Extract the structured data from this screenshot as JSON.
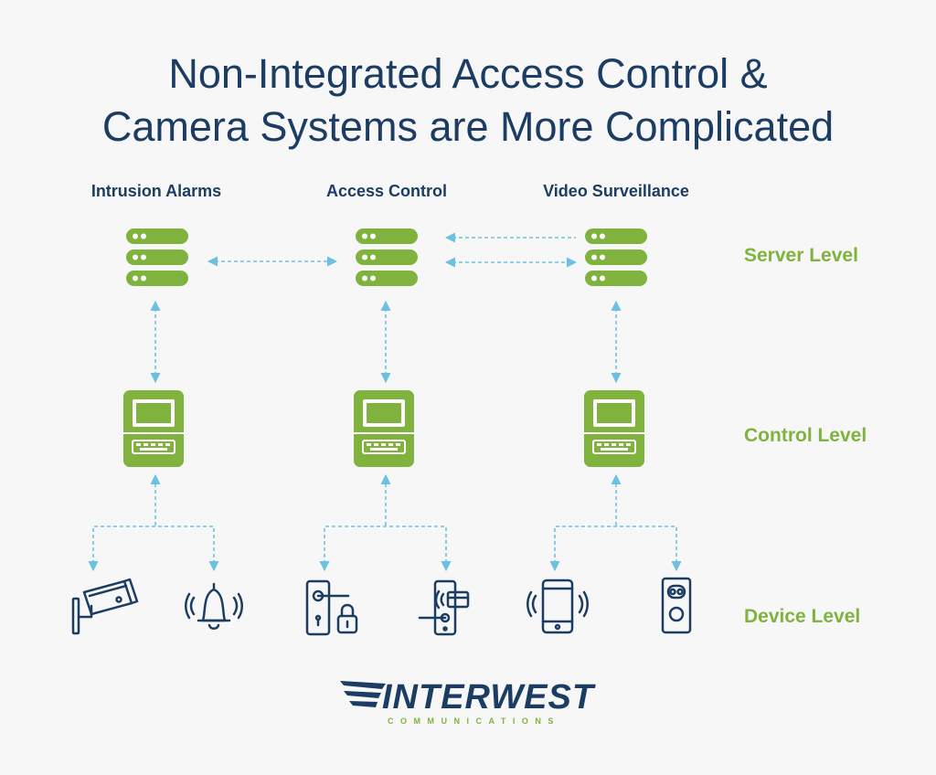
{
  "title": {
    "line1": "Non-Integrated Access Control &",
    "line2": "Camera Systems are More Complicated"
  },
  "columns": [
    {
      "label": "Intrusion Alarms",
      "devices": [
        "security-camera-icon",
        "alarm-bell-icon"
      ]
    },
    {
      "label": "Access Control",
      "devices": [
        "door-lock-icon",
        "card-reader-door-icon"
      ]
    },
    {
      "label": "Video Surveillance",
      "devices": [
        "smartphone-icon",
        "video-doorbell-icon"
      ]
    }
  ],
  "levels": {
    "server": "Server Level",
    "control": "Control Level",
    "device": "Device Level"
  },
  "logo": {
    "name": "INTERWEST",
    "tagline": "COMMUNICATIONS"
  },
  "colors": {
    "title": "#1c3d63",
    "accent_green": "#7fb33e",
    "connector": "#6cc1e3",
    "icon_outline": "#1c3d63",
    "background": "#f7f7f7"
  }
}
